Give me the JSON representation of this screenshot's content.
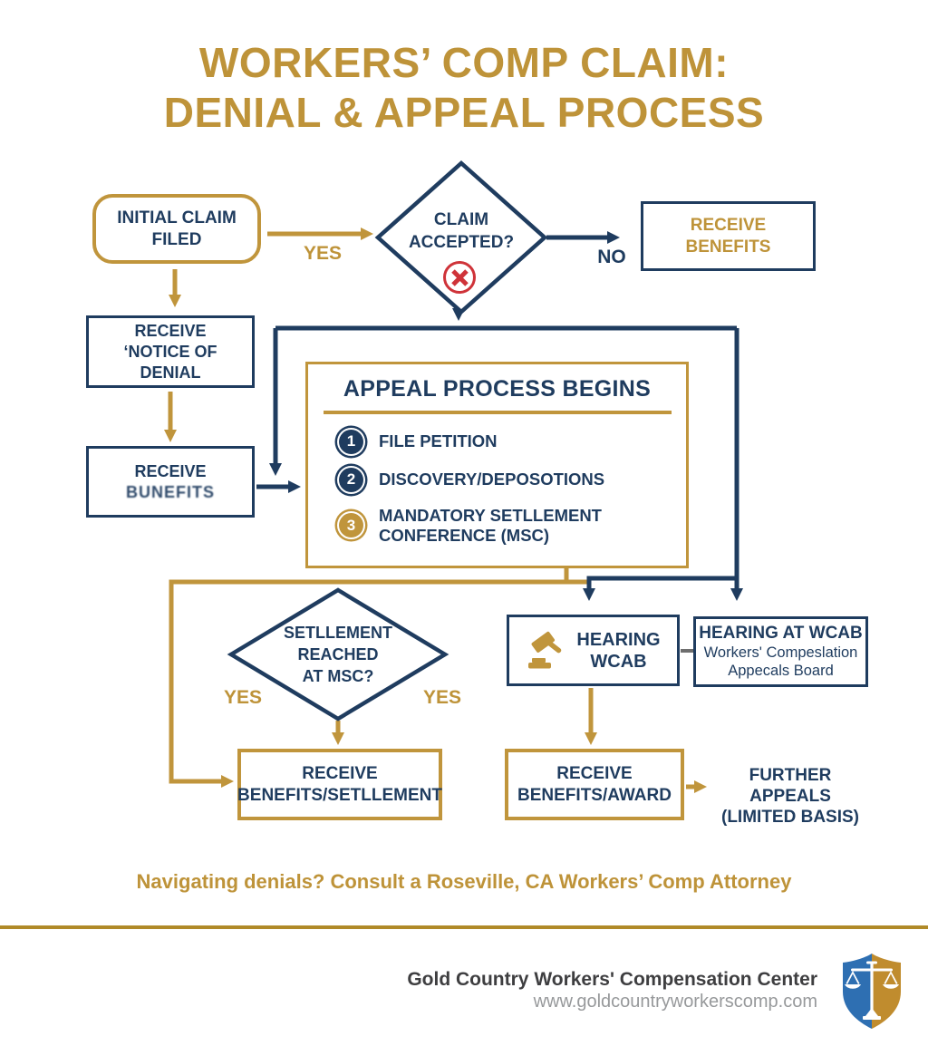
{
  "colors": {
    "gold": "#C0953C",
    "navy": "#1F3C5F",
    "red": "#CF3339",
    "divider_gold": "#B08A28",
    "footer_text": "#3E3E40",
    "footer_url": "#97999B",
    "logo_blue": "#2E6FB2",
    "logo_gold": "#C08C2E"
  },
  "title": {
    "line1": "WORKERS’ COMP CLAIM:",
    "line2": "DENIAL & APPEAL PROCESS"
  },
  "flow": {
    "initial_claim": {
      "l1": "INITIAL CLAIM",
      "l2": "FILED"
    },
    "yes_top": "YES",
    "claim_accepted": {
      "l1": "CLAIM",
      "l2": "ACCEPTED?"
    },
    "no_top": "NO",
    "receive_benefits": {
      "l1": "RECEIVE",
      "l2": "BENEFITS"
    },
    "notice_of_denial": {
      "l1": "RECEIVE",
      "l2": "‘NOTICE OF",
      "l3": "DENIAL"
    },
    "receive_bunefits": {
      "l1": "RECEIVE",
      "l2": "BUNEFITS"
    },
    "appeal": {
      "title": "APPEAL PROCESS BEGINS",
      "steps": [
        {
          "num": "1",
          "line1": "FILE PETITION",
          "line2": ""
        },
        {
          "num": "2",
          "line1": "DISCOVERY/DEPOSOTIONS",
          "line2": ""
        },
        {
          "num": "3",
          "line1": "MANDATORY SETLLEMENT",
          "line2": "CONFERENCE (MSC)"
        }
      ]
    },
    "settlement_q": {
      "l1": "SETLLEMENT",
      "l2": "REACHED",
      "l3": "AT MSC?"
    },
    "yes_left": "YES",
    "yes_right": "YES",
    "hearing_wcab": {
      "l1": "HEARING",
      "l2": "WCAB"
    },
    "hearing_at_wcab": {
      "l1": "HEARING AT WCAB",
      "l2": "Workers' Compeslation",
      "l3": "Appecals Board"
    },
    "receive_settlement": {
      "l1": "RECEIVE",
      "l2": "BENEFITS/SETLLEMENT"
    },
    "receive_award": {
      "l1": "RECEIVE",
      "l2": "BENEFITS/AWARD"
    },
    "further_appeals": {
      "l1": "FURTHER APPEALS",
      "l2": "(LIMITED BASIS)"
    }
  },
  "cta": "Navigating denials? Consult a Roseville, CA Workers’ Comp Attorney",
  "footer": {
    "name": "Gold Country Workers' Compensation Center",
    "url": "www.goldcountryworkerscomp.com"
  }
}
